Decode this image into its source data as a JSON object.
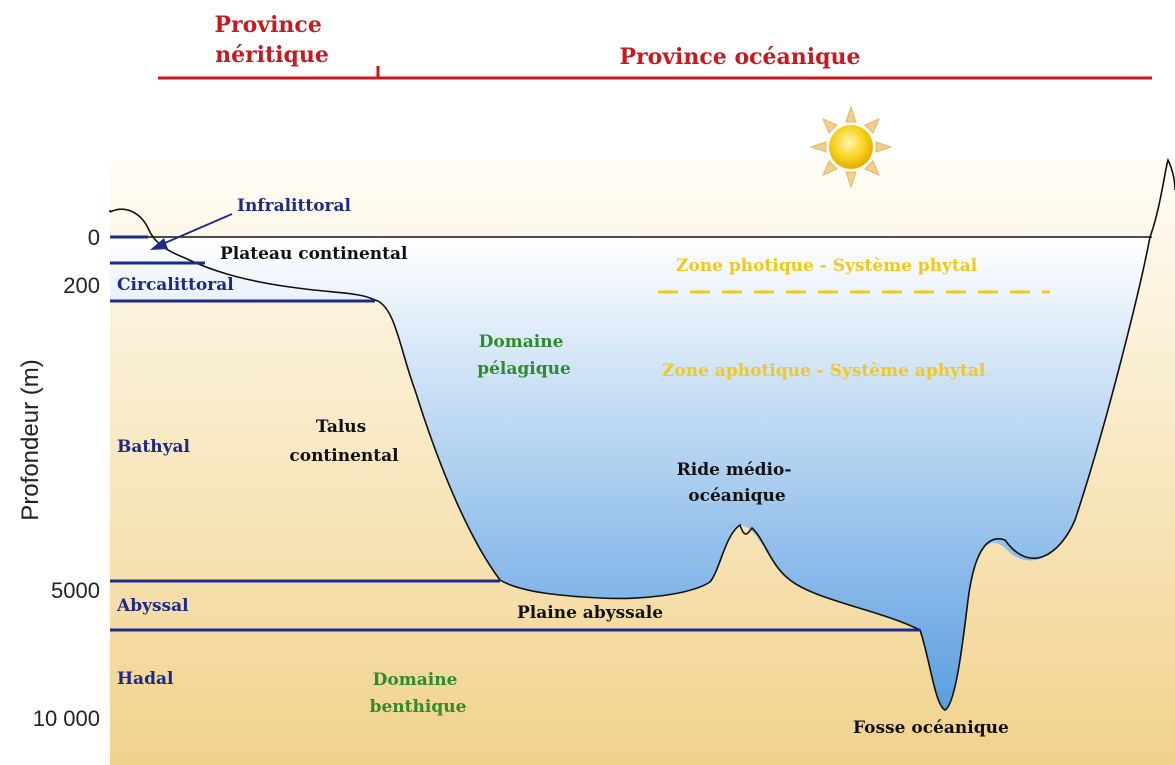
{
  "provinces": {
    "neritic": [
      "Province",
      "néritique"
    ],
    "oceanic": "Province océanique"
  },
  "axis": {
    "label": "Profondeur (m)",
    "ticks": [
      "0",
      "200",
      "5000",
      "10 000"
    ]
  },
  "zones": {
    "infralittoral": "Infralittoral",
    "circalittoral": "Circalittoral",
    "bathyal": "Bathyal",
    "abyssal": "Abyssal",
    "hadal": "Hadal"
  },
  "features": {
    "plateau": "Plateau continental",
    "talus": [
      "Talus",
      "continental"
    ],
    "ride": [
      "Ride médio-",
      "océanique"
    ],
    "plaine": "Plaine abyssale",
    "fosse": "Fosse océanique"
  },
  "domains": {
    "pelagique": [
      "Domaine",
      "pélagique"
    ],
    "benthique": [
      "Domaine",
      "benthique"
    ]
  },
  "light_zones": {
    "photique": "Zone photique - Système phytal",
    "aphotique": "Zone aphotique - Système aphytal"
  },
  "colors": {
    "province": "#c8191e",
    "zone": "#1e2a8a",
    "domain": "#2e8b2e",
    "light": "#f2c81c",
    "feature": "#111111",
    "water_top": "#ffffff",
    "water_bottom": "#5a9ee0",
    "sediment_top": "#fffdf6",
    "sediment_bottom": "#f1d28c"
  },
  "icons": {
    "sun": "sun-icon"
  }
}
